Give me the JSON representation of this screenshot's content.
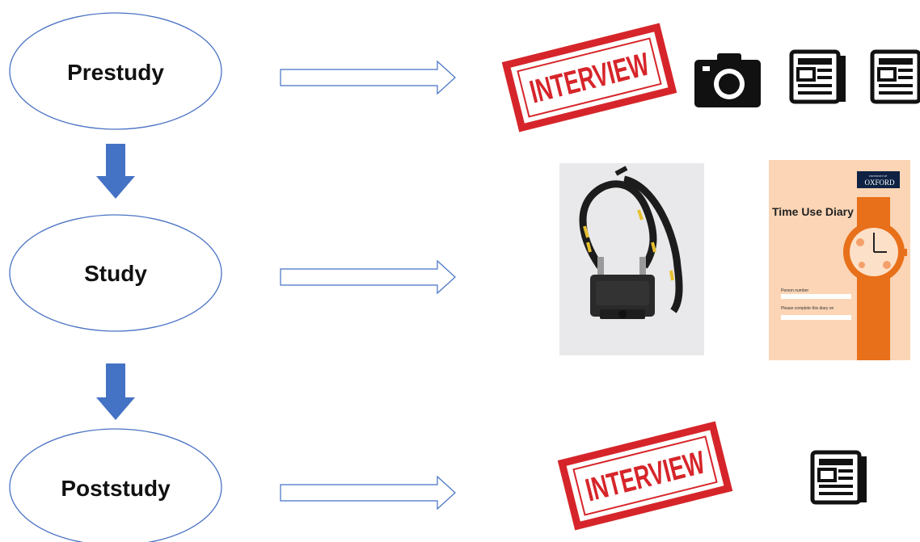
{
  "stages": [
    {
      "label": "Prestudy"
    },
    {
      "label": "Study"
    },
    {
      "label": "Poststudy"
    }
  ],
  "stamp": {
    "text": "INTERVIEW"
  },
  "diary": {
    "title": "Time Use Diary",
    "logo_small": "UNIVERSITY OF",
    "logo": "OXFORD",
    "field1": "Person number",
    "field2": "Please complete this diary on"
  },
  "icons": {
    "prestudy": [
      "interview-stamp",
      "camera-icon",
      "newspaper-icon",
      "newspaper-icon"
    ],
    "study": [
      "wearable-camera-photo",
      "time-use-diary-cover"
    ],
    "poststudy": [
      "interview-stamp",
      "newspaper-icon"
    ]
  },
  "colors": {
    "ellipse_stroke": "#4a72c4",
    "arrow_fill": "#4472c4",
    "stamp_red": "#d6252a",
    "diary_bg": "#fbd5b5",
    "diary_band": "#e8701a"
  }
}
